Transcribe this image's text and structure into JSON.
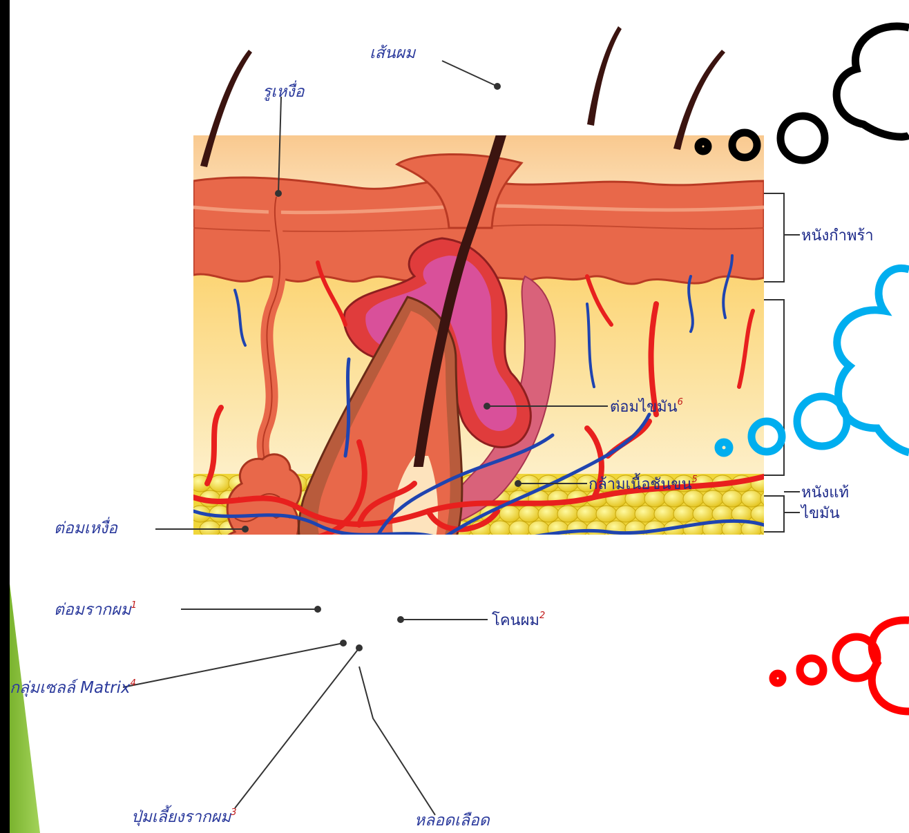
{
  "labels": {
    "hair_shaft": "เส้นผม",
    "sweat_pore": "รูเหงื่อ",
    "epidermis": "หนังกำพร้า",
    "dermis": "หนังแท้",
    "fat_layer": "ไขมัน",
    "sebaceous_gland": "ต่อมไขมัน",
    "sebaceous_gland_num": "6",
    "arrector_muscle": "กล้ามเนื้อชันขน",
    "arrector_muscle_num": "5",
    "sweat_gland": "ต่อมเหงื่อ",
    "hair_follicle": "ต่อมรากผม",
    "hair_follicle_num": "1",
    "hair_cone": "โคนผม",
    "hair_cone_num": "2",
    "matrix_cells": "กลุ่มเซลล์ Matrix",
    "matrix_cells_num": "4",
    "papilla": "ปุ่มเลี้ยงรากผม",
    "papilla_num": "3",
    "blood_vessel": "หลอดเลือด"
  },
  "colors": {
    "epidermis": "#e8684a",
    "dermis": "#fcd77e",
    "fat": "#f2e23a",
    "artery": "#e8201e",
    "vein": "#1f44b0",
    "sebaceous": "#d9509a",
    "side_bar": "#8dc63f",
    "bubble_black": "#000000",
    "bubble_blue": "#00aeef",
    "bubble_red": "#ff0000"
  }
}
